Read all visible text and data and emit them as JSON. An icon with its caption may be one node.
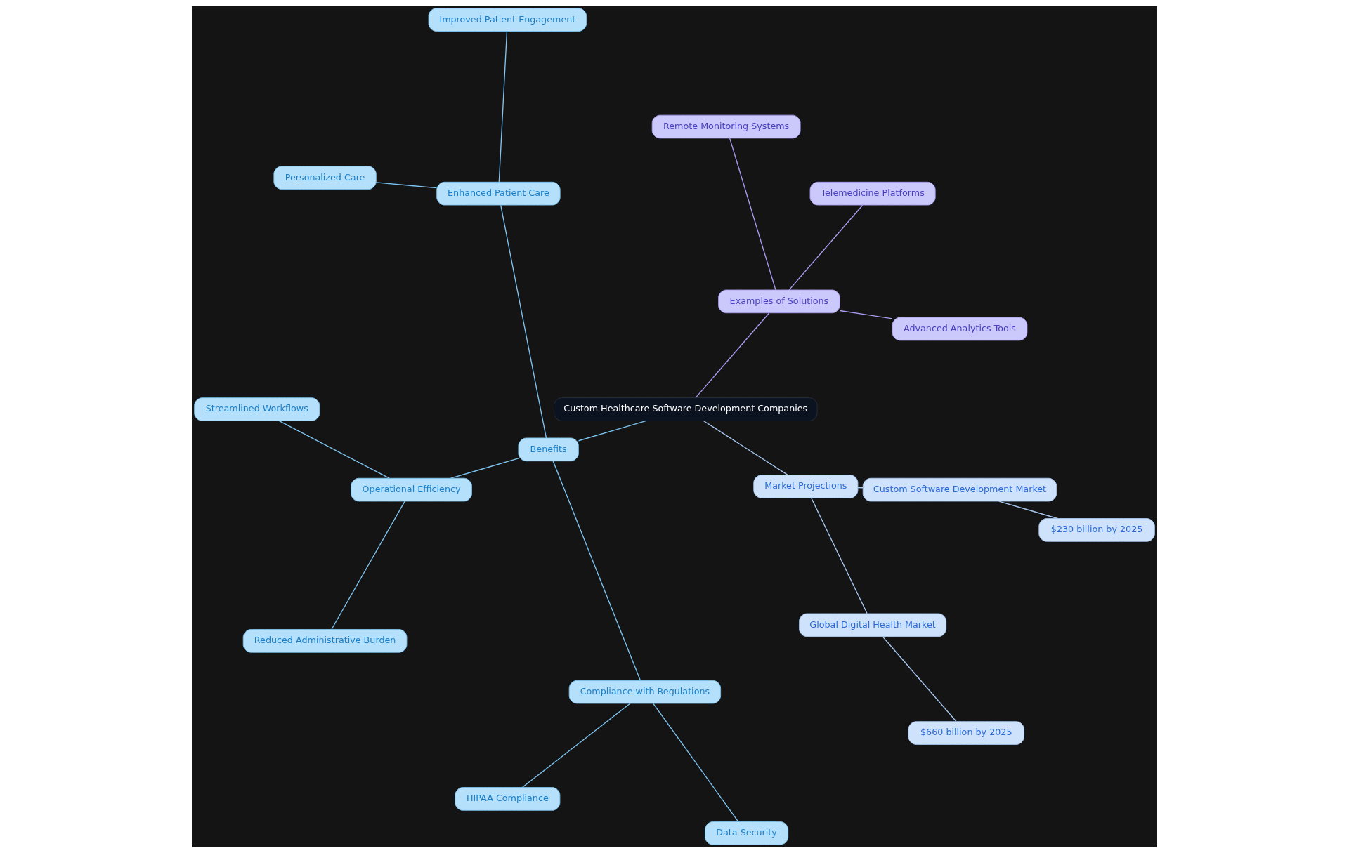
{
  "diagram": {
    "nodes": [
      {
        "text": [
          "Custom Healthcare Software Development Companies"
        ]
      },
      {
        "text": [
          "Examples of Solutions"
        ]
      },
      {
        "text": [
          "Advanced Analytics Tools"
        ]
      },
      {
        "text": [
          "Telemedicine Platforms"
        ]
      },
      {
        "text": [
          "Remote Monitoring Systems"
        ]
      },
      {
        "text": [
          "Benefits"
        ]
      },
      {
        "text": [
          "Enhanced Patient Care"
        ]
      },
      {
        "text": [
          "Improved Patient Engagement"
        ]
      },
      {
        "text": [
          "Personalized Care"
        ]
      },
      {
        "text": [
          "Operational Efficiency"
        ]
      },
      {
        "text": [
          "Streamlined Workflows"
        ]
      },
      {
        "text": [
          "Reduced Administrative Burden"
        ]
      },
      {
        "text": [
          "Compliance with Regulations"
        ]
      },
      {
        "text": [
          "HIPAA Compliance"
        ]
      },
      {
        "text": [
          "Data Security"
        ]
      },
      {
        "text": [
          "Market Projections"
        ]
      },
      {
        "text": [
          "Global Digital Health Market"
        ]
      },
      {
        "text": [
          "$660 billion by 2025"
        ]
      },
      {
        "text": [
          "Custom Software Development Market"
        ]
      },
      {
        "text": [
          "$230 billion by 2025"
        ]
      }
    ],
    "edges": [
      {
        "from": 0,
        "to": 1,
        "arrow": "none",
        "color": "#a99cf0"
      },
      {
        "from": 1,
        "to": 2,
        "arrow": "none",
        "color": "#a99cf0"
      },
      {
        "from": 1,
        "to": 3,
        "arrow": "none",
        "color": "#a99cf0"
      },
      {
        "from": 1,
        "to": 4,
        "arrow": "none",
        "color": "#a99cf0"
      },
      {
        "from": 0,
        "to": 5,
        "arrow": "none"
      },
      {
        "from": 5,
        "to": 6,
        "arrow": "none"
      },
      {
        "from": 6,
        "to": 7,
        "arrow": "none"
      },
      {
        "from": 6,
        "to": 8,
        "arrow": "none"
      },
      {
        "from": 5,
        "to": 9,
        "arrow": "none"
      },
      {
        "from": 9,
        "to": 10,
        "arrow": "none"
      },
      {
        "from": 9,
        "to": 11,
        "arrow": "none"
      },
      {
        "from": 5,
        "to": 12,
        "arrow": "none"
      },
      {
        "from": 12,
        "to": 13,
        "arrow": "none"
      },
      {
        "from": 12,
        "to": 14,
        "arrow": "none"
      },
      {
        "from": 0,
        "to": 15,
        "arrow": "none",
        "color": "#a8c8f0"
      },
      {
        "from": 15,
        "to": 16,
        "arrow": "none",
        "color": "#a8c8f0"
      },
      {
        "from": 16,
        "to": 17,
        "arrow": "none",
        "color": "#a8c8f0"
      },
      {
        "from": 15,
        "to": 18,
        "arrow": "none",
        "color": "#a8c8f0"
      },
      {
        "from": 18,
        "to": 19,
        "arrow": "none",
        "color": "#a8c8f0"
      }
    ]
  }
}
